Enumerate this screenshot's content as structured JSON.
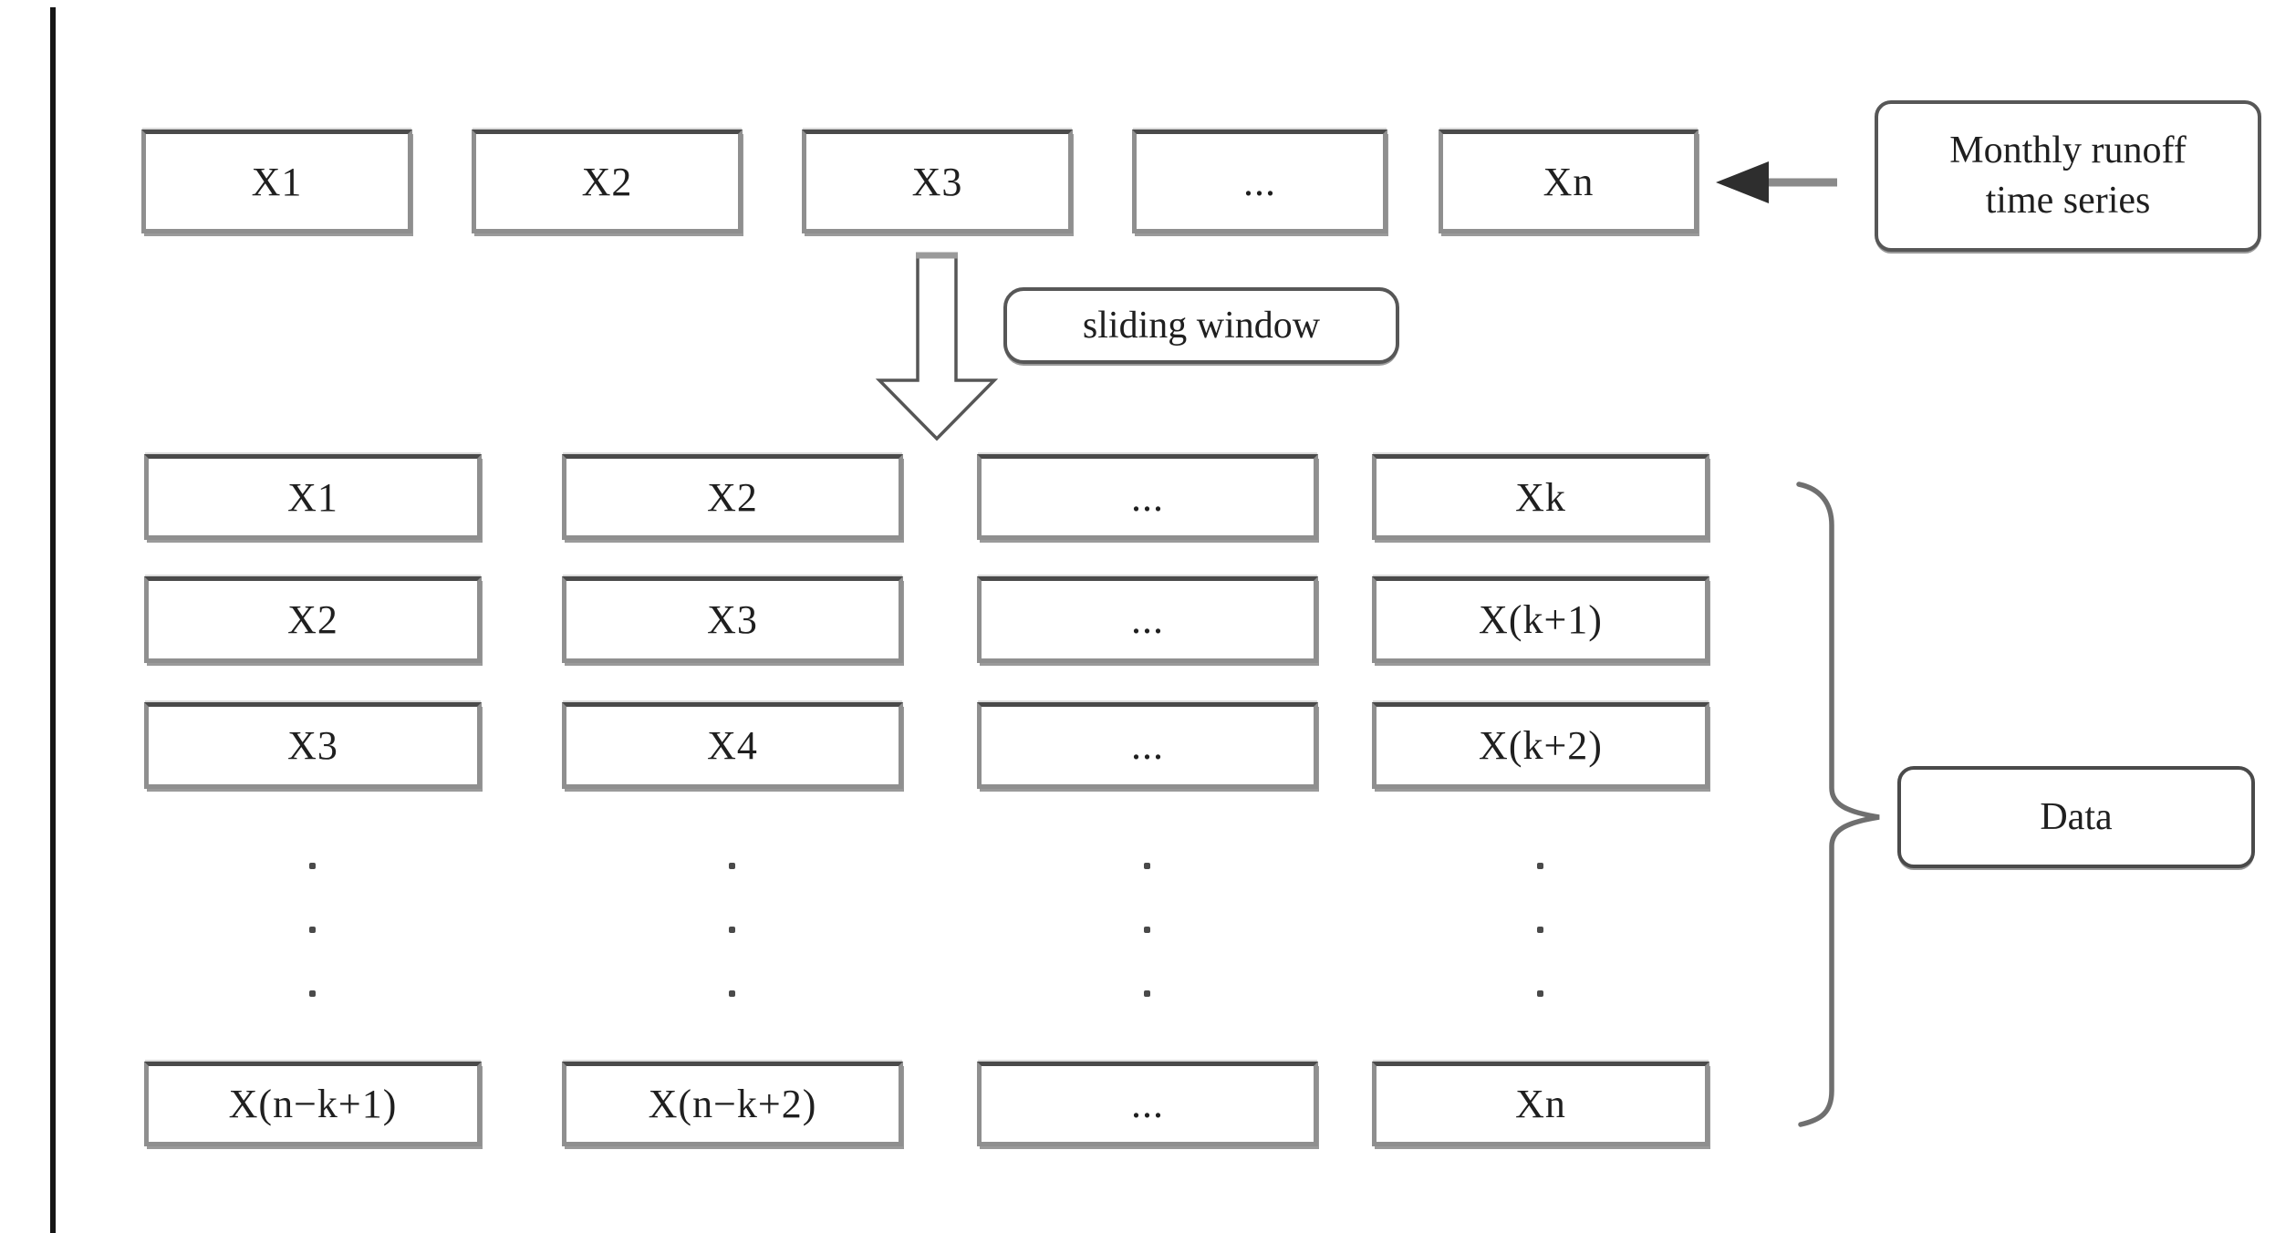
{
  "title_semantic": "Sliding window construction of data samples from a monthly runoff time series",
  "colors": {
    "background": "#ffffff",
    "text": "#1f1f1f",
    "box_border_dark": "#4a4a4a",
    "box_border_gray": "#8f8f8f",
    "rounded_border": "#575757",
    "arrow_head_dark": "#2e2e2e",
    "arrow_tail_gray": "#8a8a8a",
    "brace_gray": "#6f6f6f",
    "left_rule_black": "#161616"
  },
  "icons": {
    "down-block-arrow-icon": "⇩",
    "left-arrow-icon": "←",
    "curly-brace-icon": "}",
    "vertical-ellipsis-icon": "⋮"
  },
  "series_row": {
    "cells": [
      "X1",
      "X2",
      "X3",
      "...",
      "Xn"
    ]
  },
  "source_label": {
    "line1": "Monthly runoff",
    "line2": "time series"
  },
  "sliding_window": {
    "label": "sliding window"
  },
  "matrix": {
    "rows": [
      {
        "cells": [
          "X1",
          "X2",
          "...",
          "Xk"
        ]
      },
      {
        "cells": [
          "X2",
          "X3",
          "...",
          "X(k+1)"
        ]
      },
      {
        "cells": [
          "X3",
          "X4",
          "...",
          "X(k+2)"
        ]
      },
      {
        "cells": [
          "X(n−k+1)",
          "X(n−k+2)",
          "...",
          "Xn"
        ]
      }
    ]
  },
  "data_label": "Data"
}
